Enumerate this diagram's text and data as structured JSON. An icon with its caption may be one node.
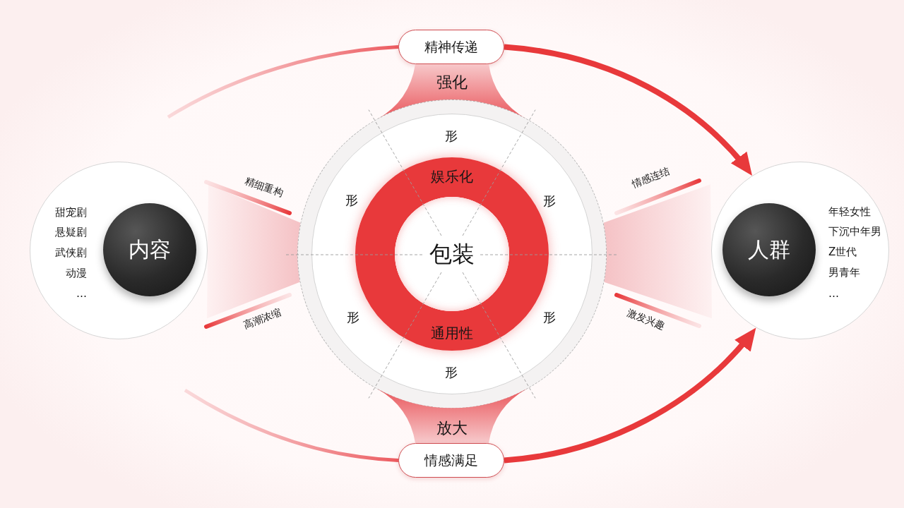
{
  "diagram": {
    "nodes": [
      {
        "text": [
          "精神传递"
        ]
      },
      {
        "text": [
          "强化"
        ]
      },
      {
        "text": [
          "甜宠剧",
          "悬疑剧",
          "武侠剧",
          "动漫",
          "…"
        ]
      },
      {
        "text": [
          "内容"
        ],
        "in": 2
      },
      {
        "text": [
          "形",
          "形",
          "形",
          "形",
          "形",
          "形"
        ]
      },
      {
        "text": [
          "娱乐化",
          "通用性"
        ],
        "in": 4
      },
      {
        "text": [
          "包装"
        ],
        "in": 5
      },
      {
        "text": [
          "年轻女性",
          "下沉中年男",
          "Z世代",
          "男青年",
          "…"
        ]
      },
      {
        "text": [
          "人群"
        ],
        "in": 7
      },
      {
        "text": [
          "放大"
        ]
      },
      {
        "text": [
          "情感满足"
        ]
      }
    ],
    "edges": [
      {
        "from": null,
        "to": 0,
        "arrow": "none"
      },
      {
        "from": 0,
        "to": 7,
        "arrow": "to"
      },
      {
        "from": 2,
        "to": 4,
        "arrow": "none"
      },
      {
        "from": 4,
        "to": 7,
        "arrow": "none"
      },
      {
        "from": null,
        "to": 10,
        "arrow": "none"
      },
      {
        "from": 10,
        "to": 7,
        "arrow": "to"
      }
    ],
    "labels": [
      "精细重构",
      "情感连结",
      "高潮浓缩",
      "激发兴趣"
    ]
  }
}
